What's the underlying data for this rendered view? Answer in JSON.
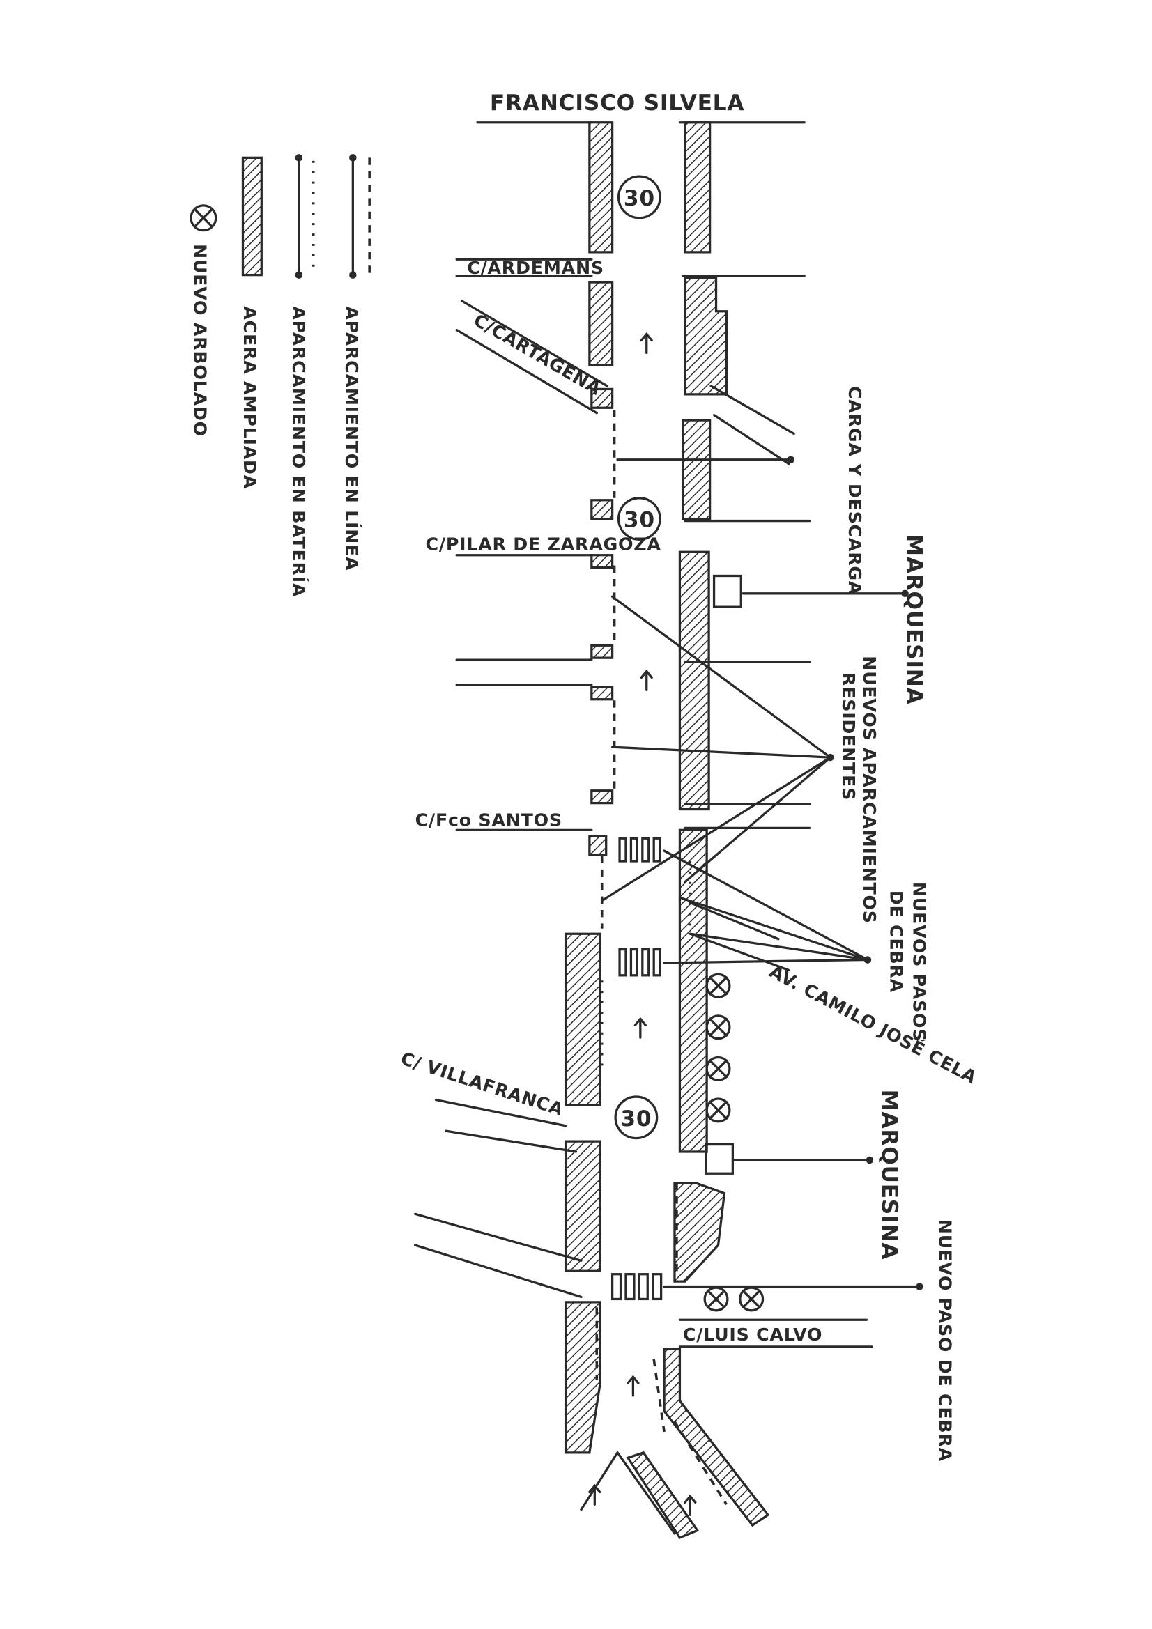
{
  "title": "FRANCISCO SILVELA",
  "legend": {
    "items": [
      {
        "symbol": "dashed-line",
        "label": "APARCAMIENTO EN LÍNEA"
      },
      {
        "symbol": "tick-line",
        "label": "APARCAMIENTO EN BATERÍA"
      },
      {
        "symbol": "hatched-strip",
        "label": "ACERA AMPLIADA"
      },
      {
        "symbol": "circle-x",
        "label": "NUEVO ARBOLADO"
      }
    ]
  },
  "streets": {
    "ardemans": "C/ARDEMANS",
    "cartagena": "C/CARTAGENA",
    "pilar": "C/PILAR DE ZARAGOZA",
    "santos": "C/Fco SANTOS",
    "villafranca": "C/ VILLAFRANCA",
    "luis_calvo": "C/LUIS CALVO",
    "camilo": "AV. CAMILO JOSÉ CELA"
  },
  "speed_limits": [
    "30",
    "30",
    "30"
  ],
  "annotations": {
    "carga": "CARGA Y DESCARGA",
    "marquesina_1": "MARQUESINA",
    "residentes_1": "NUEVOS APARCAMIENTOS",
    "residentes_2": "RESIDENTES",
    "pasos_1": "NUEVOS PASOS",
    "pasos_2": "DE CEBRA",
    "marquesina_2": "MARQUESINA",
    "paso": "NUEVO PASO DE CEBRA"
  },
  "colors": {
    "ink": "#2a2a2a",
    "paper": "#ffffff"
  }
}
